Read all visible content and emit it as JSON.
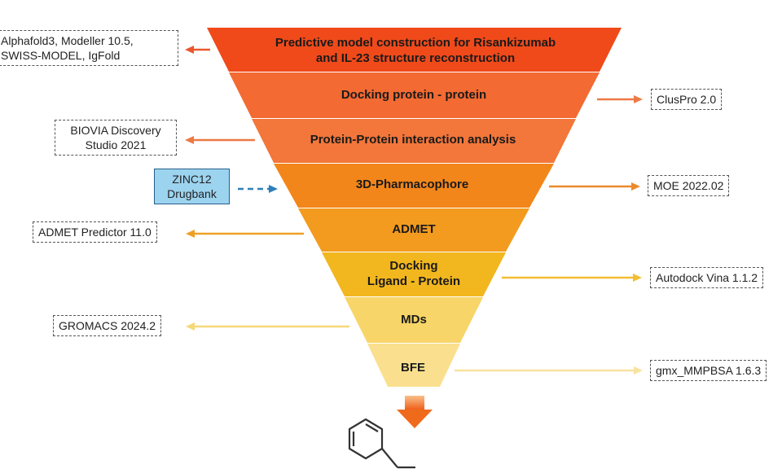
{
  "funnel": {
    "stages": [
      {
        "label": "Predictive model construction for Risankizumab\nand IL-23 structure reconstruction",
        "color": "#f04a1a"
      },
      {
        "label": "Docking protein - protein",
        "color": "#f36a32"
      },
      {
        "label": "Protein-Protein interaction analysis",
        "color": "#f3763a"
      },
      {
        "label": "3D-Pharmacophore",
        "color": "#f3861a"
      },
      {
        "label": "ADMET",
        "color": "#f39b1e"
      },
      {
        "label": "Docking\nLigand - Protein",
        "color": "#f2b71e"
      },
      {
        "label": "MDs",
        "color": "#f7d568"
      },
      {
        "label": "BFE",
        "color": "#fae08e"
      }
    ]
  },
  "tools": [
    {
      "text": "Alphafold3, Modeller 10.5,\nSWISS-MODEL, IgFold",
      "side": "left",
      "arrow_color": "#e8582c"
    },
    {
      "text": "ClusPro 2.0",
      "side": "right",
      "arrow_color": "#ec7a45"
    },
    {
      "text": "BIOVIA Discovery\nStudio 2021",
      "side": "left",
      "arrow_color": "#ec7a45"
    },
    {
      "text": "MOE 2022.02",
      "side": "right",
      "arrow_color": "#ec8a2a"
    },
    {
      "text": "ADMET Predictor 11.0",
      "side": "left",
      "arrow_color": "#eda024"
    },
    {
      "text": "Autodock Vina 1.1.2",
      "side": "right",
      "arrow_color": "#f2be33"
    },
    {
      "text": "GROMACS 2024.2",
      "side": "left",
      "arrow_color": "#f5d878"
    },
    {
      "text": "gmx_MMPBSA 1.6.3",
      "side": "right",
      "arrow_color": "#f8e2a0"
    }
  ],
  "databases": {
    "text": "ZINC12\nDrugbank",
    "arrow_color": "#2e7fb8"
  },
  "output": {
    "arrow_color": "#f06a1c",
    "icon": "molecule-structure-icon"
  }
}
